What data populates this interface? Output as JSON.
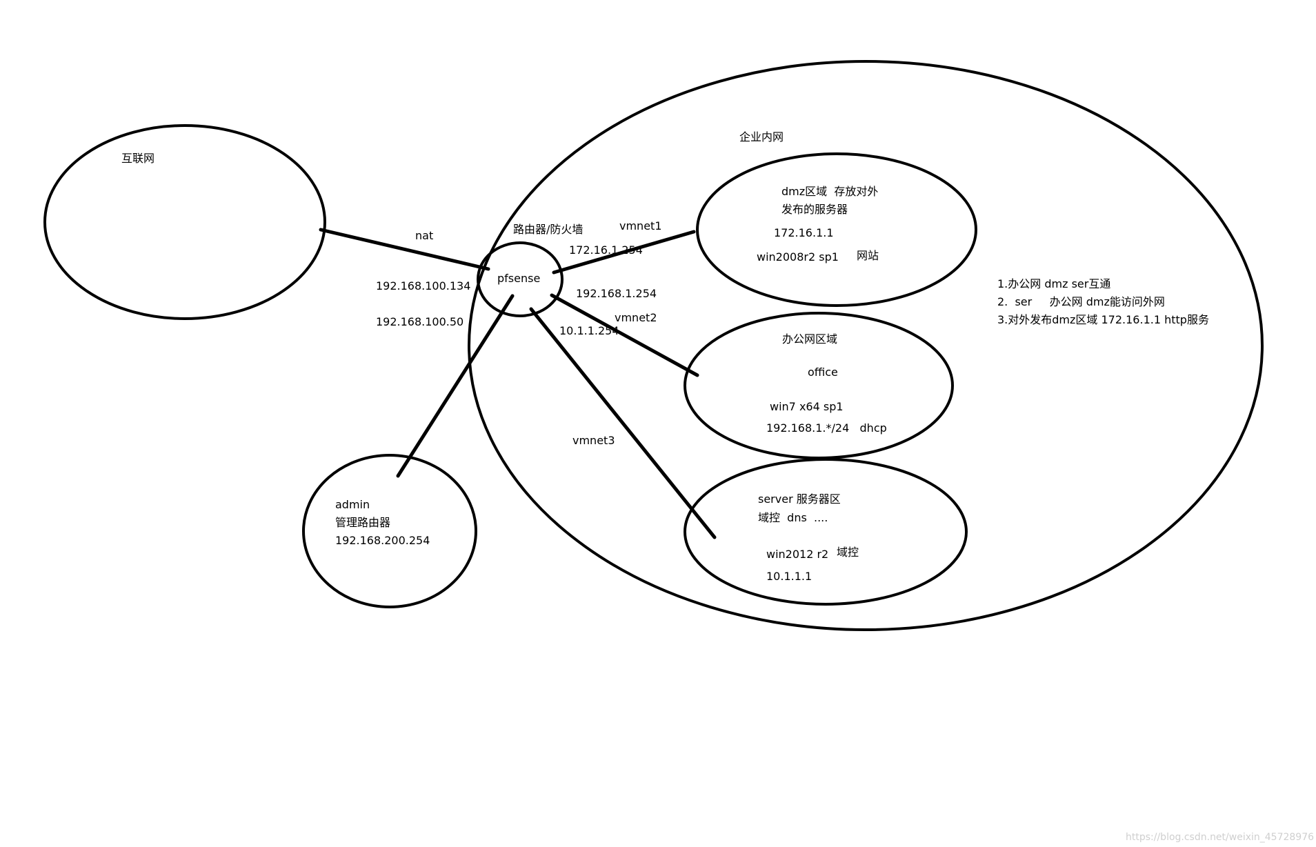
{
  "diagram": {
    "zones": {
      "internet": {
        "label": "互联网"
      },
      "enterprise": {
        "label": "企业内网"
      },
      "pfsense": {
        "label": "pfsense",
        "role": "路由器/防火墙"
      },
      "dmz": {
        "lines": [
          "dmz区域  存放对外",
          "发布的服务器"
        ],
        "ip": "172.16.1.1",
        "os": "win2008r2 sp1",
        "service": "网站"
      },
      "office": {
        "title": "办公网区域",
        "name": "office",
        "os": "win7 x64 sp1",
        "subnet": "192.168.1.*/24   dhcp"
      },
      "server": {
        "lines": [
          "server 服务器区",
          "域控  dns  ...."
        ],
        "os": "win2012 r2",
        "role": "域控",
        "ip": "10.1.1.1"
      },
      "admin": {
        "lines": [
          "admin",
          "管理路由器",
          "192.168.200.254"
        ]
      }
    },
    "links": {
      "nat": "nat",
      "wan_ip": "192.168.100.134",
      "admin_ip": "192.168.100.50",
      "vmnet1": "vmnet1",
      "vmnet1_gw": "172.16.1.254",
      "vmnet2": "vmnet2",
      "vmnet2_gw": "192.168.1.254",
      "vmnet3": "vmnet3",
      "vmnet3_gw": "10.1.1.254"
    },
    "requirements": [
      "1.办公网 dmz ser互通",
      "2.  ser     办公网 dmz能访问外网",
      "3.对外发布dmz区域 172.16.1.1 http服务"
    ],
    "watermark": "https://blog.csdn.net/weixin_45728976"
  }
}
